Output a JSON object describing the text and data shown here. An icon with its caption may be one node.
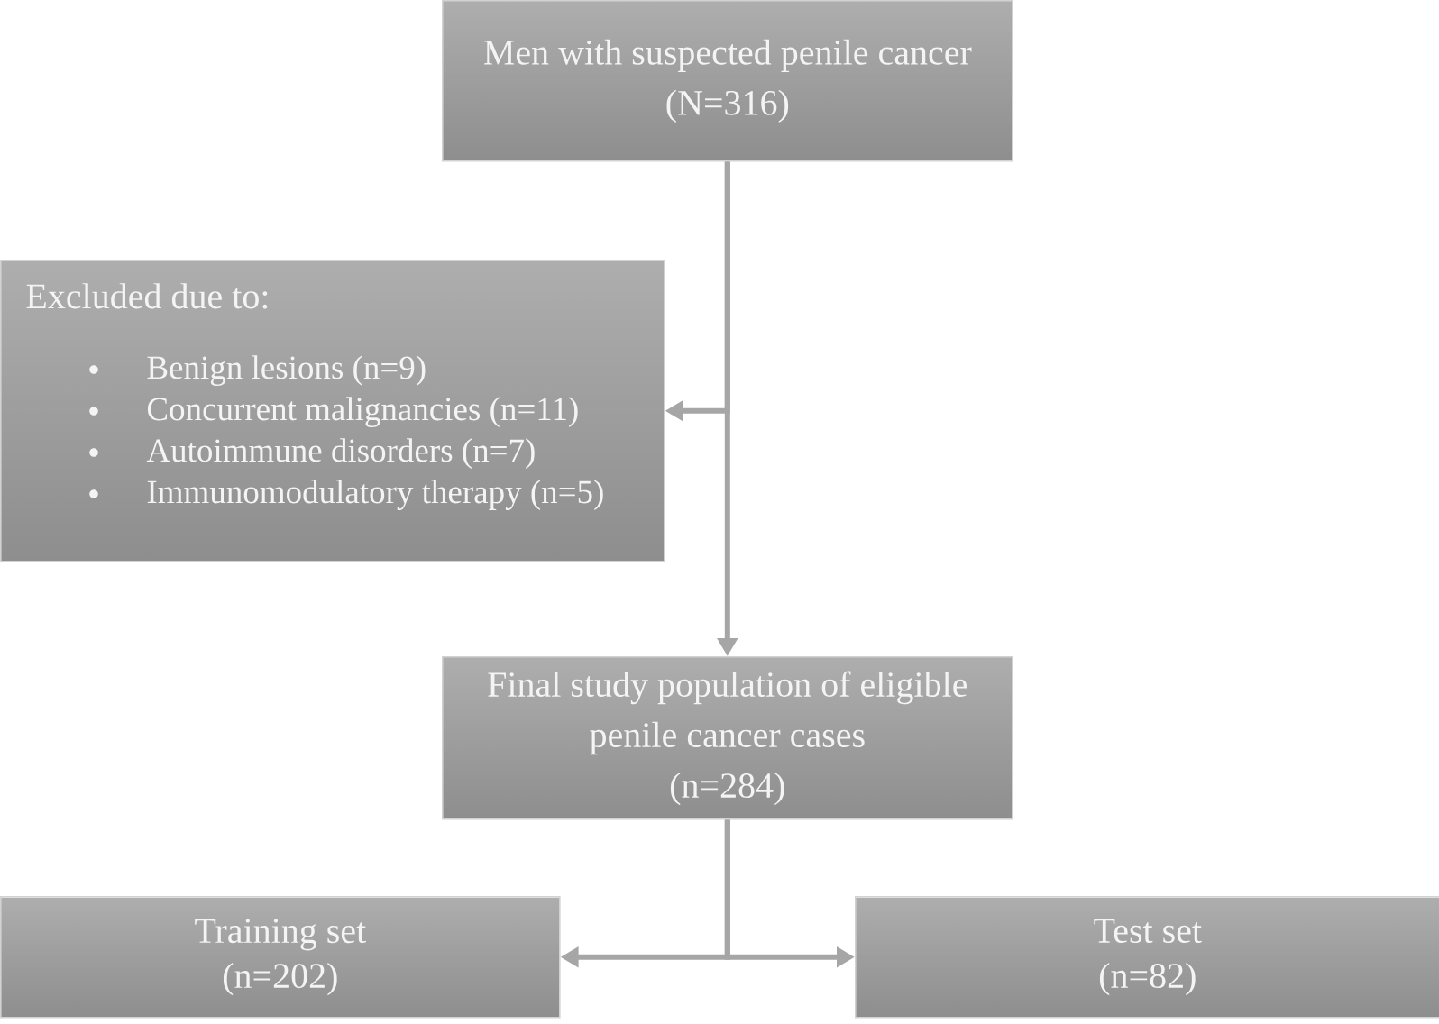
{
  "diagram": {
    "nodes": [
      {
        "text": [
          "Men with suspected penile cancer",
          "(N=316)"
        ]
      },
      {
        "text": [
          "Excluded due to:",
          "Benign lesions (n=9)",
          "Concurrent malignancies (n=11)",
          "Autoimmune disorders (n=7)",
          "Immunomodulatory therapy (n=5)"
        ]
      },
      {
        "text": [
          "Final study population of eligible penile cancer cases",
          "(n=284)"
        ]
      },
      {
        "text": [
          "Training set",
          "(n=202)"
        ]
      },
      {
        "text": [
          "Test set",
          "(n=82)"
        ]
      }
    ],
    "edges": [
      {
        "from": 0,
        "to": 1,
        "arrow": "to"
      },
      {
        "from": 0,
        "to": 2,
        "arrow": "to"
      },
      {
        "from": 2,
        "to": 3,
        "arrow": "to"
      },
      {
        "from": 2,
        "to": 4,
        "arrow": "to"
      }
    ]
  }
}
